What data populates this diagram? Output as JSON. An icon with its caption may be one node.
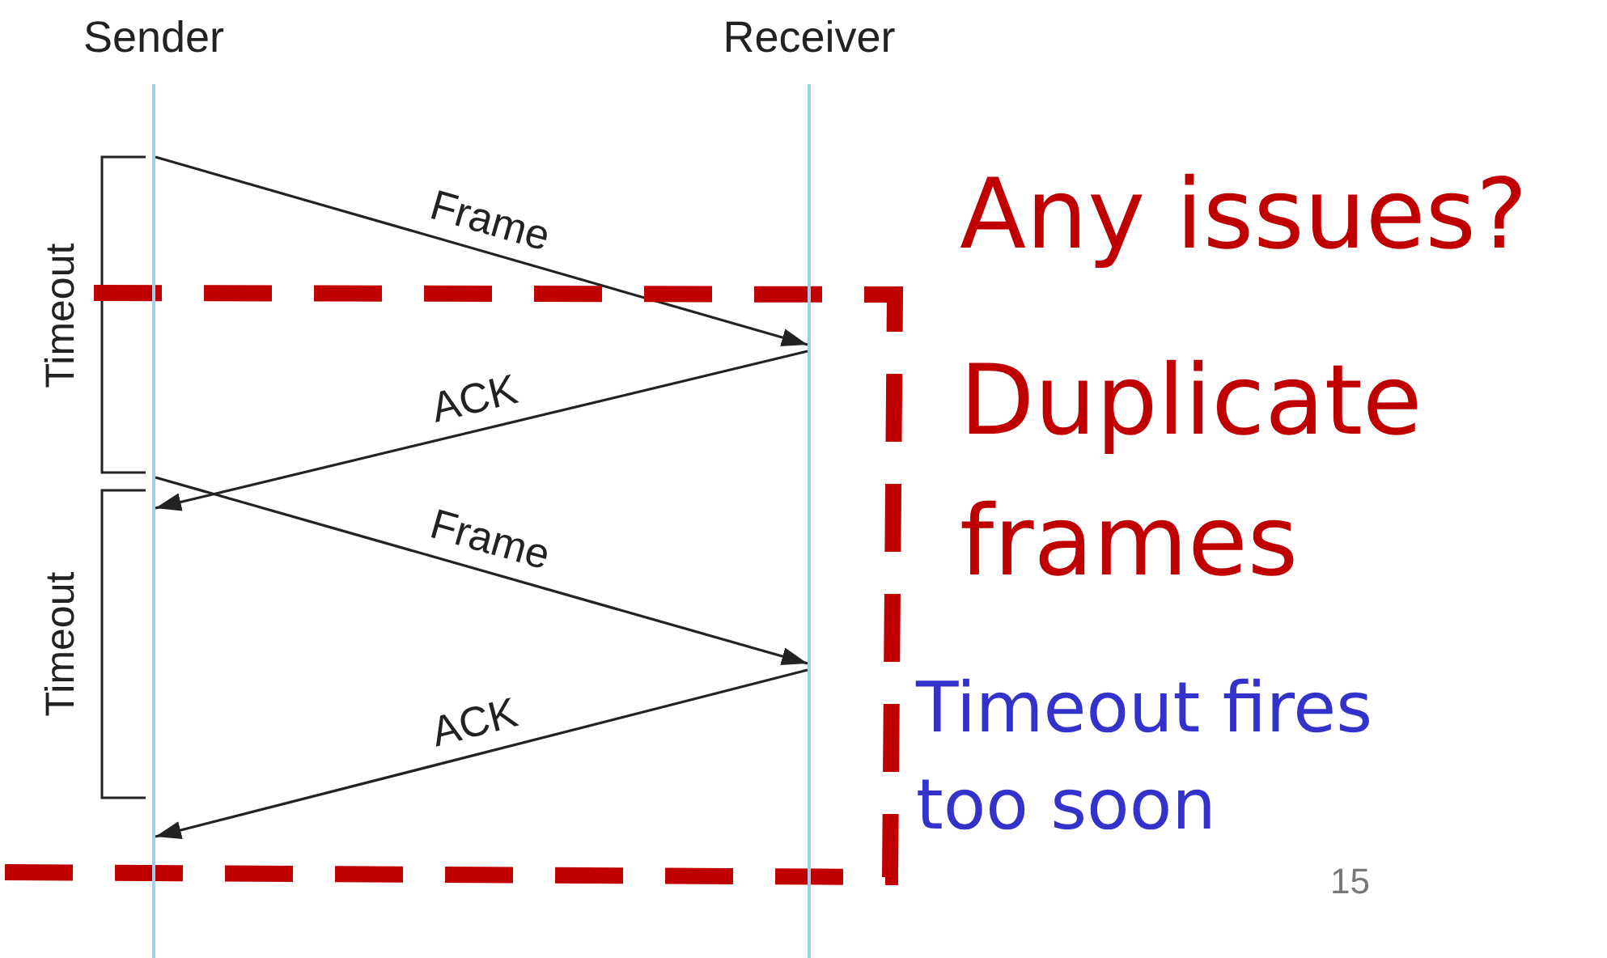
{
  "diagram": {
    "nodes": [
      {
        "text": [
          "Sender"
        ]
      },
      {
        "text": [
          "Receiver"
        ]
      },
      {
        "text": [],
        "shape": "bar"
      },
      {
        "text": [],
        "shape": "bar"
      }
    ],
    "edges": [
      {
        "from": 2,
        "to": 3,
        "arrow": "to",
        "label": "Frame"
      },
      {
        "from": 3,
        "to": 2,
        "arrow": "to",
        "label": "ACK"
      },
      {
        "from": 2,
        "to": 3,
        "arrow": "to",
        "label": "Frame"
      },
      {
        "from": 3,
        "to": 2,
        "arrow": "to",
        "label": "ACK"
      }
    ],
    "labels": [
      "Timeout",
      "Timeout",
      "Any issues?",
      "Duplicate frames",
      "Timeout fires too soon",
      "15"
    ]
  }
}
